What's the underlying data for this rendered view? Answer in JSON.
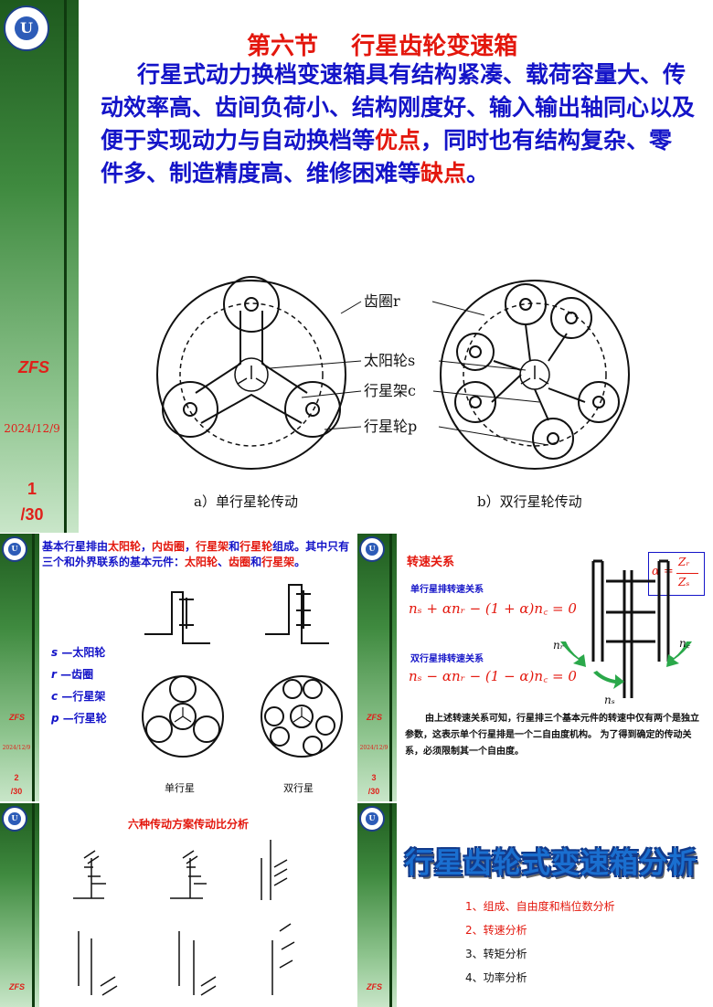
{
  "slide1": {
    "title": "第六节    行星齿轮变速箱",
    "para_seg1": "行星式动力换档变速箱具有结构紧凑、载荷容量大、传动效率高、齿间负荷小、结构刚度好、输入输出轴同心以及便于实现动力与自动换档等",
    "para_red1": "优点",
    "para_seg2": "，同时也有结构复杂、零件多、制造精度高、维修困难等",
    "para_red2": "缺点",
    "para_seg3": "。",
    "label_ring": "齿圈r",
    "label_sun": "太阳轮s",
    "label_carrier": "行星架c",
    "label_planet": "行星轮p",
    "caption_a": "a）单行星轮传动",
    "caption_b": "b）双行星轮传动",
    "sidebar": {
      "brand": "ZFS",
      "date": "2024/12/9",
      "page": "1",
      "total": "/30"
    }
  },
  "slide2": {
    "t1": "基本行星排由",
    "r1": "太阳轮",
    "t2": "，",
    "r2": "内齿圈",
    "t3": "，",
    "r3": "行星架",
    "t4": "和",
    "r4": "行星轮",
    "t5": "组成。其中只有三个和外界联系的基本元件：",
    "r5": "太阳轮",
    "t6": "、",
    "r6": "齿圈",
    "t7": "和",
    "r7": "行星架",
    "t8": "。",
    "legend": [
      {
        "sym": "s",
        "text": "—太阳轮"
      },
      {
        "sym": "r",
        "text": "—齿圈"
      },
      {
        "sym": "c",
        "text": "—行星架"
      },
      {
        "sym": "p",
        "text": "—行星轮"
      }
    ],
    "label_single": "单行星",
    "label_double": "双行星",
    "sidebar": {
      "brand": "ZFS",
      "date": "2024/12/9",
      "page": "2",
      "total": "/30"
    }
  },
  "slide3": {
    "heading": "转速关系",
    "sub1": "单行星排转速关系",
    "eq1": "nₛ + αnᵣ − (1 + α)n꜀ = 0",
    "sub2": "双行星排转速关系",
    "eq2": "nₛ − αnᵣ − (1 − α)n꜀ = 0",
    "alpha_lhs": "α =",
    "alpha_num": "Zᵣ",
    "alpha_den": "Zₛ",
    "arrow_nr": "nᵣ",
    "arrow_nc": "n꜀",
    "arrow_ns": "nₛ",
    "body": "由上述转速关系可知，行星排三个基本元件的转速中仅有两个是独立参数，这表示单个行星排是一个二自由度机构。 为了得到确定的传动关系，必须限制其一个自由度。",
    "sidebar": {
      "brand": "ZFS",
      "date": "2024/12/9",
      "page": "3",
      "total": "/30"
    }
  },
  "slide4": {
    "title": "六种传动方案传动比分析",
    "sidebar": {
      "brand": "ZFS"
    }
  },
  "slide5": {
    "banner": "行星齿轮式变速箱分析",
    "items": [
      {
        "text": "1、组成、自由度和档位数分析",
        "color": "#e3170d"
      },
      {
        "text": "2、转速分析",
        "color": "#e3170d"
      },
      {
        "text": "3、转矩分析",
        "color": "#111111"
      },
      {
        "text": "4、功率分析",
        "color": "#111111"
      }
    ],
    "sidebar": {
      "brand": "ZFS"
    }
  },
  "colors": {
    "accent_red": "#e3170d",
    "text_blue": "#1414c8",
    "sidebar_green": "#3f8a3f"
  }
}
